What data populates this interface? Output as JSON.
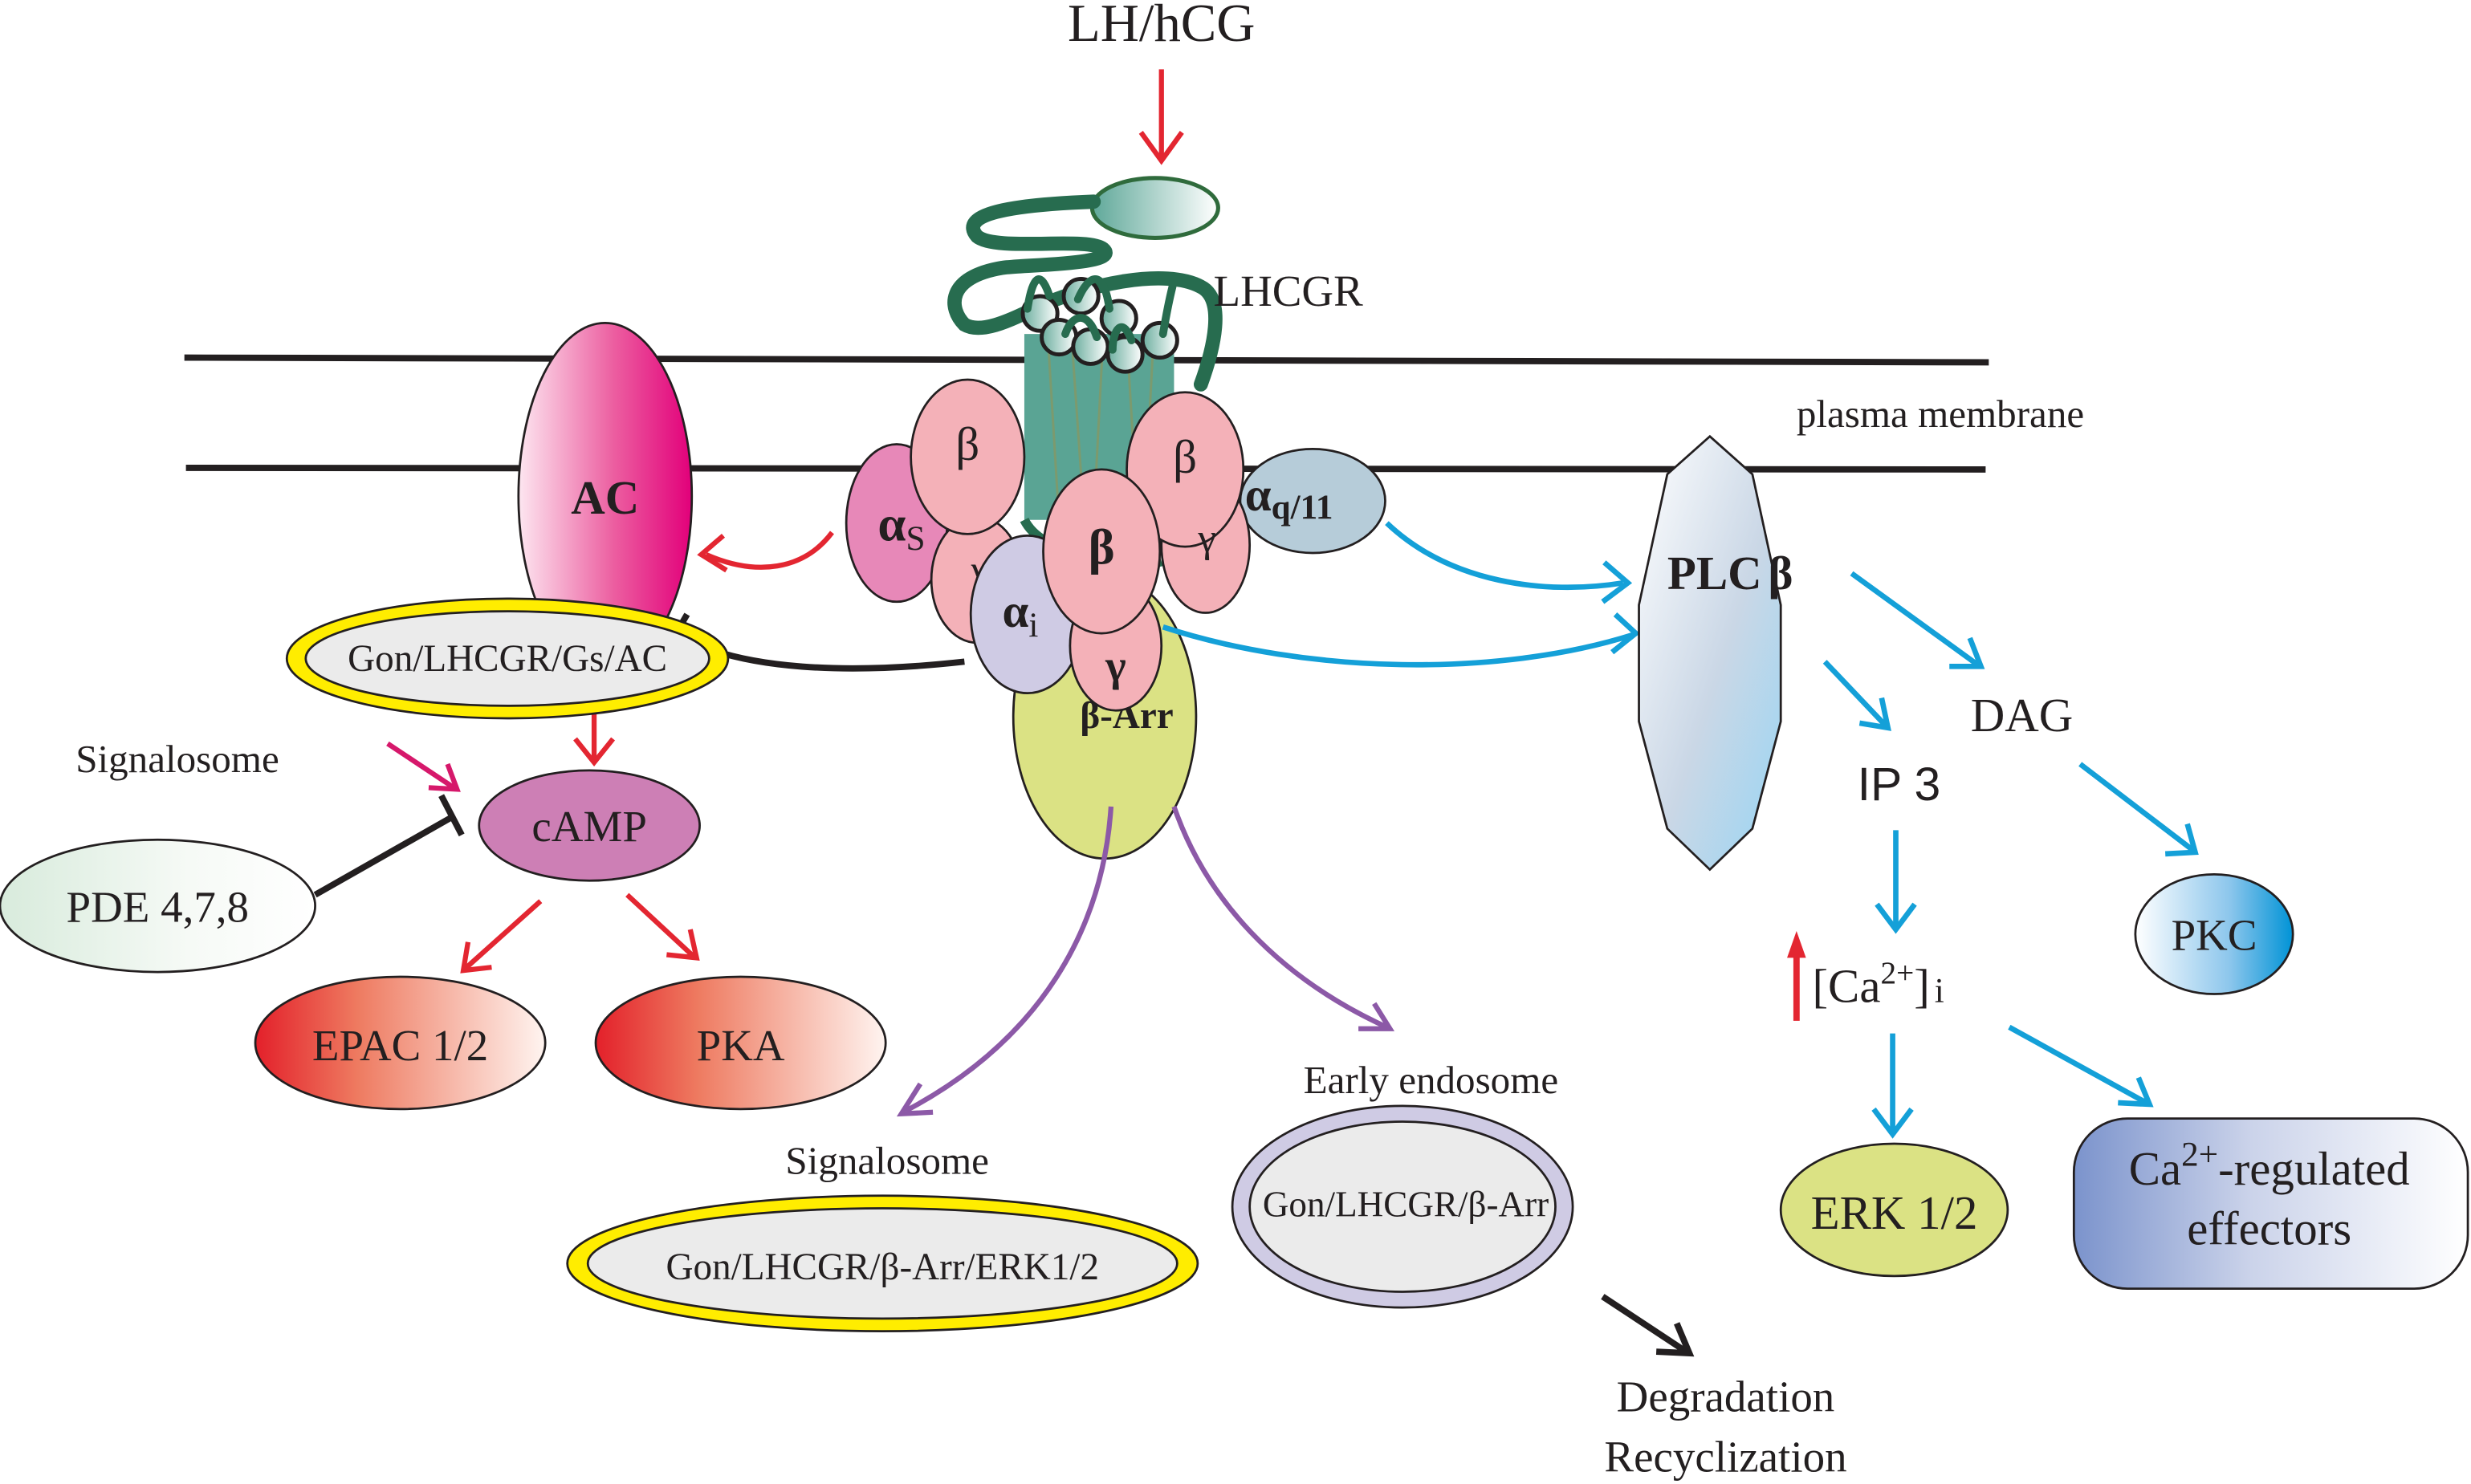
{
  "ligand": {
    "label": "LH/hCG"
  },
  "receptor": {
    "label": "LHCGR"
  },
  "membrane": {
    "label": "plasma membrane"
  },
  "g_proteins": {
    "alpha_s": {
      "alpha": "α",
      "sub": "S"
    },
    "alpha_i": {
      "alpha": "α",
      "sub": "i"
    },
    "alpha_q": {
      "alpha": "α",
      "sub": "q/11"
    },
    "beta": "β",
    "gamma": "γ"
  },
  "beta_arrestin": {
    "label": "β-Arr"
  },
  "camp_branch": {
    "ac": "AC",
    "camp": "cAMP",
    "pde": "PDE 4,7,8",
    "epac": "EPAC 1/2",
    "pka": "PKA",
    "signalosome_complex": "Gon/LHCGR/Gs/AC",
    "signalosome_label": "Signalosome"
  },
  "arrestin_branch": {
    "signalosome_label": "Signalosome",
    "signalosome_complex": "Gon/LHCGR/β-Arr/ERK1/2",
    "endosome_label": "Early endosome",
    "endosome_complex": "Gon/LHCGR/β-Arr",
    "fate_line1": "Degradation",
    "fate_line2": "Recyclization"
  },
  "plc_branch": {
    "plc": "PLC",
    "plc_beta": "β",
    "dag": "DAG",
    "ip3": "IP 3",
    "pkc": "PKC",
    "calcium_open": "[Ca",
    "calcium_sup": "2+",
    "calcium_close": "]",
    "calcium_sub": "i",
    "erk": "ERK 1/2",
    "effectors_line1_main": "Ca",
    "effectors_line1_sup": "2+",
    "effectors_line1_rest": "-regulated",
    "effectors_line2": "effectors"
  },
  "colors": {
    "arrow_red": "#e32631",
    "arrow_blue": "#14a0d8",
    "arrow_purple": "#8c59a7",
    "signalosome_ring": "#ffed00",
    "endosome_ring": "#cfcbe4",
    "receptor_green": "#276c4f"
  }
}
